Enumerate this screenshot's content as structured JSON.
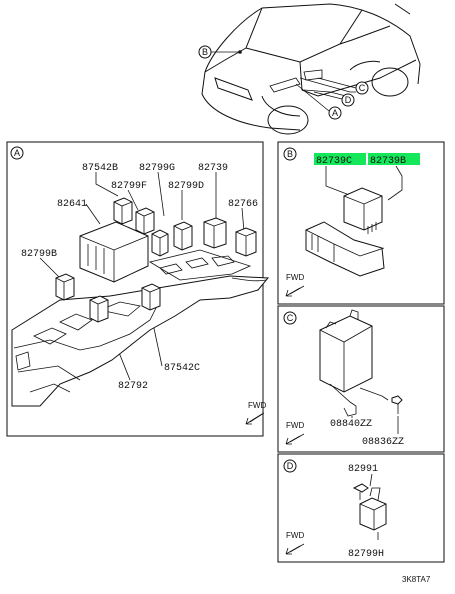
{
  "vehicle_callouts": [
    "B",
    "A",
    "D",
    "C"
  ],
  "panels": {
    "A": {
      "letter": "A",
      "labels": {
        "p87542B": "87542B",
        "p82799G": "82799G",
        "p82739": "82739",
        "p82799F": "82799F",
        "p82799D": "82799D",
        "p82641": "82641",
        "p82766": "82766",
        "p82799B": "82799B",
        "p87542C": "87542C",
        "p82792": "82792"
      },
      "fwd": "FWD"
    },
    "B": {
      "letter": "B",
      "labels": {
        "p82739C": "82739C",
        "p82739B": "82739B"
      },
      "fwd": "FWD"
    },
    "C": {
      "letter": "C",
      "labels": {
        "p08840ZZ": "08840ZZ",
        "p08836ZZ": "08836ZZ"
      },
      "fwd": "FWD"
    },
    "D": {
      "letter": "D",
      "labels": {
        "p82991": "82991",
        "p82799H": "82799H"
      },
      "fwd": "FWD"
    }
  },
  "diagram_code": "3K8TA7",
  "colors": {
    "highlight": "#14e85a",
    "line": "#111111"
  }
}
